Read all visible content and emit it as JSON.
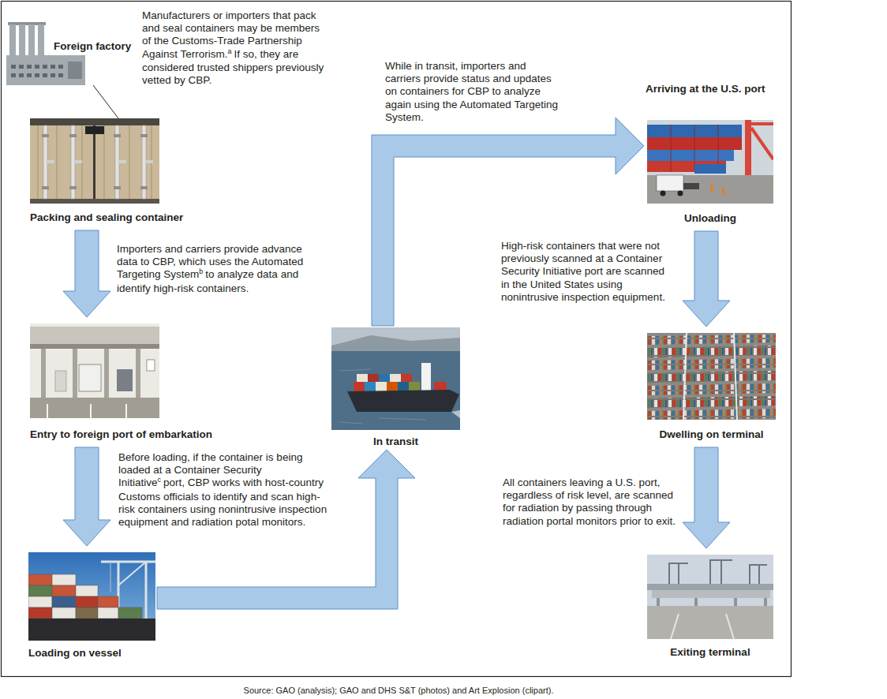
{
  "diagram": {
    "caption": "Source: GAO (analysis); GAO and DHS S&T (photos) and Art Explosion (clipart).",
    "nodes": [
      {
        "text": [
          "Foreign factory"
        ]
      },
      {
        "text": [
          "Packing and sealing container"
        ]
      },
      {
        "text": [
          "Entry to foreign port of embarkation"
        ]
      },
      {
        "text": [
          "Loading on vessel"
        ]
      },
      {
        "text": [
          "In transit"
        ]
      },
      {
        "text": [
          "Arriving at the U.S. port",
          "Unloading"
        ]
      },
      {
        "text": [
          "Dwelling on terminal"
        ]
      },
      {
        "text": [
          "Exiting terminal"
        ]
      }
    ],
    "edges": [
      {
        "from": 0,
        "to": 1,
        "arrow": "none"
      },
      {
        "from": 1,
        "to": 2,
        "arrow": "to"
      },
      {
        "from": 2,
        "to": 3,
        "arrow": "to"
      },
      {
        "from": 3,
        "to": 4,
        "arrow": "to"
      },
      {
        "from": 4,
        "to": 5,
        "arrow": "to"
      },
      {
        "from": 5,
        "to": 6,
        "arrow": "to"
      },
      {
        "from": 6,
        "to": 7,
        "arrow": "to"
      }
    ],
    "labels": [
      "Manufacturers or importers that pack and seal containers may be members of the Customs-Trade Partnership Against Terrorism.",
      "a",
      "If so, they are considered trusted shippers previously vetted by CBP.",
      "Importers and carriers provide advance data to CBP, which uses the Automated Targeting System",
      "b",
      "to analyze data and identify high-risk containers.",
      "Before loading, if the container is being loaded at a Container Security Initiative",
      "c",
      "port, CBP works with host-country Customs officials to identify and scan high-risk containers using nonintrusive inspection equipment and radiation potal monitors.",
      "While in transit, importers and carriers provide status and updates on containers for CBP to analyze again using the Automated Targeting System.",
      "High-risk containers that were not previously scanned at a Container Security Initiative port are scanned in the United States using nonintrusive inspection equipment.",
      "All containers leaving a U.S. port, regardless of risk level, are scanned for radiation by passing through radiation portal monitors prior to exit."
    ]
  }
}
